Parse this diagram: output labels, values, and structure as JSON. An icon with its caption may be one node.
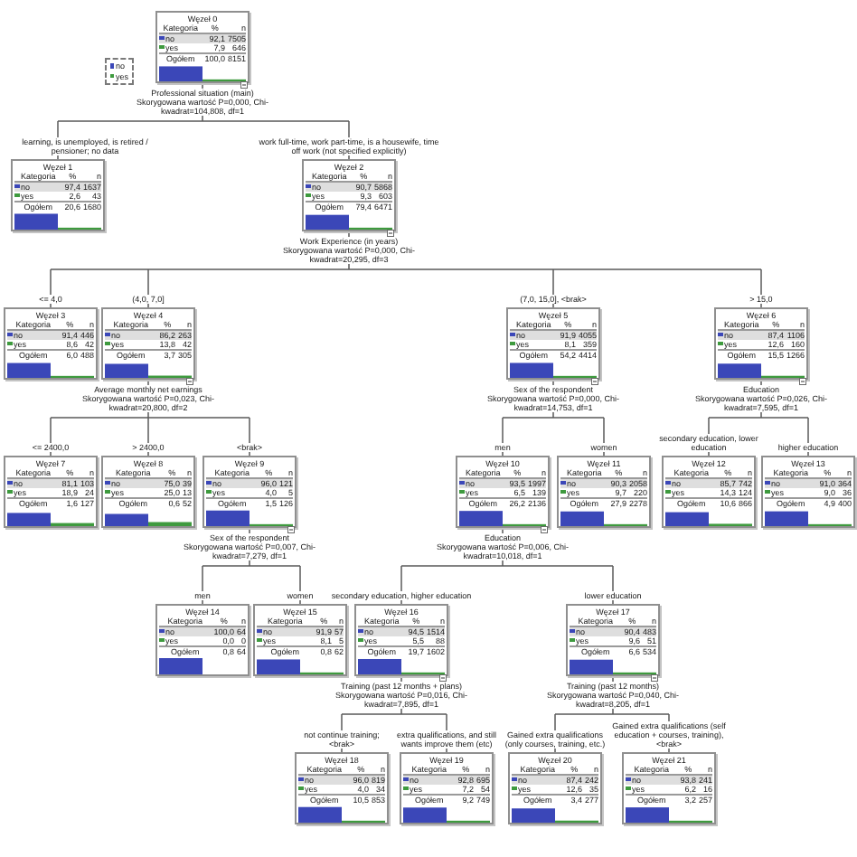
{
  "diagram": {
    "nodes": [
      {
        "text": [
          "Węzeł 0",
          "Kategoria",
          "%",
          "n",
          "no",
          "92,1",
          "7505",
          "yes",
          "7,9",
          "646",
          "Ogółem",
          "100,0",
          "8151"
        ],
        "beside": [
          "Professional situation (main)",
          "Skorygowana wartość P=0,000, Chi-kwadrat=104,808, df=1"
        ]
      },
      {
        "text": [
          "Węzeł 1",
          "Kategoria",
          "%",
          "n",
          "no",
          "97,4",
          "1637",
          "yes",
          "2,6",
          "43",
          "Ogółem",
          "20,6",
          "1680"
        ]
      },
      {
        "text": [
          "Węzeł 2",
          "Kategoria",
          "%",
          "n",
          "no",
          "90,7",
          "5868",
          "yes",
          "9,3",
          "603",
          "Ogółem",
          "79,4",
          "6471"
        ],
        "beside": [
          "Work Experience (in years)",
          "Skorygowana wartość P=0,000, Chi-kwadrat=20,295, df=3"
        ]
      },
      {
        "text": [
          "Węzeł 3",
          "Kategoria",
          "%",
          "n",
          "no",
          "91,4",
          "446",
          "yes",
          "8,6",
          "42",
          "Ogółem",
          "6,0",
          "488"
        ]
      },
      {
        "text": [
          "Węzeł 4",
          "Kategoria",
          "%",
          "n",
          "no",
          "86,2",
          "263",
          "yes",
          "13,8",
          "42",
          "Ogółem",
          "3,7",
          "305"
        ],
        "beside": [
          "Average monthly net earnings",
          "Skorygowana wartość P=0,023, Chi-kwadrat=20,800, df=2"
        ]
      },
      {
        "text": [
          "Węzeł 5",
          "Kategoria",
          "%",
          "n",
          "no",
          "91,9",
          "4055",
          "yes",
          "8,1",
          "359",
          "Ogółem",
          "54,2",
          "4414"
        ],
        "beside": [
          "Sex of the respondent",
          "Skorygowana wartość P=0,000, Chi-kwadrat=14,753, df=1"
        ]
      },
      {
        "text": [
          "Węzeł 6",
          "Kategoria",
          "%",
          "n",
          "no",
          "87,4",
          "1106",
          "yes",
          "12,6",
          "160",
          "Ogółem",
          "15,5",
          "1266"
        ],
        "beside": [
          "Education",
          "Skorygowana wartość P=0,026, Chi-kwadrat=7,595, df=1"
        ]
      },
      {
        "text": [
          "Węzeł 7",
          "Kategoria",
          "%",
          "n",
          "no",
          "81,1",
          "103",
          "yes",
          "18,9",
          "24",
          "Ogółem",
          "1,6",
          "127"
        ]
      },
      {
        "text": [
          "Węzeł 8",
          "Kategoria",
          "%",
          "n",
          "no",
          "75,0",
          "39",
          "yes",
          "25,0",
          "13",
          "Ogółem",
          "0,6",
          "52"
        ]
      },
      {
        "text": [
          "Węzeł 9",
          "Kategoria",
          "%",
          "n",
          "no",
          "96,0",
          "121",
          "yes",
          "4,0",
          "5",
          "Ogółem",
          "1,5",
          "126"
        ],
        "beside": [
          "Sex of the respondent",
          "Skorygowana wartość P=0,007, Chi-kwadrat=7,279, df=1"
        ]
      },
      {
        "text": [
          "Węzeł 10",
          "Kategoria",
          "%",
          "n",
          "no",
          "93,5",
          "1997",
          "yes",
          "6,5",
          "139",
          "Ogółem",
          "26,2",
          "2136"
        ],
        "beside": [
          "Education",
          "Skorygowana wartość P=0,006, Chi-kwadrat=10,018, df=1"
        ]
      },
      {
        "text": [
          "Węzeł 11",
          "Kategoria",
          "%",
          "n",
          "no",
          "90,3",
          "2058",
          "yes",
          "9,7",
          "220",
          "Ogółem",
          "27,9",
          "2278"
        ]
      },
      {
        "text": [
          "Węzeł 12",
          "Kategoria",
          "%",
          "n",
          "no",
          "85,7",
          "742",
          "yes",
          "14,3",
          "124",
          "Ogółem",
          "10,6",
          "866"
        ]
      },
      {
        "text": [
          "Węzeł 13",
          "Kategoria",
          "%",
          "n",
          "no",
          "91,0",
          "364",
          "yes",
          "9,0",
          "36",
          "Ogółem",
          "4,9",
          "400"
        ]
      },
      {
        "text": [
          "Węzeł 14",
          "Kategoria",
          "%",
          "n",
          "no",
          "100,0",
          "64",
          "yes",
          "0,0",
          "0",
          "Ogółem",
          "0,8",
          "64"
        ]
      },
      {
        "text": [
          "Węzeł 15",
          "Kategoria",
          "%",
          "n",
          "no",
          "91,9",
          "57",
          "yes",
          "8,1",
          "5",
          "Ogółem",
          "0,8",
          "62"
        ]
      },
      {
        "text": [
          "Węzeł 16",
          "Kategoria",
          "%",
          "n",
          "no",
          "94,5",
          "1514",
          "yes",
          "5,5",
          "88",
          "Ogółem",
          "19,7",
          "1602"
        ],
        "beside": [
          "Training (past 12 months + plans)",
          "Skorygowana wartość P=0,016, Chi-kwadrat=7,895, df=1"
        ]
      },
      {
        "text": [
          "Węzeł 17",
          "Kategoria",
          "%",
          "n",
          "no",
          "90,4",
          "483",
          "yes",
          "9,6",
          "51",
          "Ogółem",
          "6,6",
          "534"
        ],
        "beside": [
          "Training (past 12 months)",
          "Skorygowana wartość P=0,040, Chi-kwadrat=8,205, df=1"
        ]
      },
      {
        "text": [
          "Węzeł 18",
          "Kategoria",
          "%",
          "n",
          "no",
          "96,0",
          "819",
          "yes",
          "4,0",
          "34",
          "Ogółem",
          "10,5",
          "853"
        ]
      },
      {
        "text": [
          "Węzeł 19",
          "Kategoria",
          "%",
          "n",
          "no",
          "92,8",
          "695",
          "yes",
          "7,2",
          "54",
          "Ogółem",
          "9,2",
          "749"
        ]
      },
      {
        "text": [
          "Węzeł 20",
          "Kategoria",
          "%",
          "n",
          "no",
          "87,4",
          "242",
          "yes",
          "12,6",
          "35",
          "Ogółem",
          "3,4",
          "277"
        ]
      },
      {
        "text": [
          "Węzeł 21",
          "Kategoria",
          "%",
          "n",
          "no",
          "93,8",
          "241",
          "yes",
          "6,2",
          "16",
          "Ogółem",
          "3,2",
          "257"
        ]
      }
    ],
    "edges": [
      {
        "from": 0,
        "to": 1,
        "arrow": "none",
        "label": "learning, is unemployed, is retired / pensioner; no data"
      },
      {
        "from": 0,
        "to": 2,
        "arrow": "none",
        "label": "work full-time, work part-time, is a housewife, time off work (not specified explicitly)"
      },
      {
        "from": 2,
        "to": 3,
        "arrow": "none",
        "label": "<= 4,0"
      },
      {
        "from": 2,
        "to": 4,
        "arrow": "none",
        "label": "(4,0, 7,0]"
      },
      {
        "from": 2,
        "to": 5,
        "arrow": "none",
        "label": "(7,0, 15,0], <brak>"
      },
      {
        "from": 2,
        "to": 6,
        "arrow": "none",
        "label": "> 15,0"
      },
      {
        "from": 4,
        "to": 7,
        "arrow": "none",
        "label": "<= 2400,0"
      },
      {
        "from": 4,
        "to": 8,
        "arrow": "none",
        "label": "> 2400,0"
      },
      {
        "from": 4,
        "to": 9,
        "arrow": "none",
        "label": "<brak>"
      },
      {
        "from": 5,
        "to": 10,
        "arrow": "none",
        "label": "men"
      },
      {
        "from": 5,
        "to": 11,
        "arrow": "none",
        "label": "women"
      },
      {
        "from": 6,
        "to": 12,
        "arrow": "none",
        "label": "secondary education, lower education"
      },
      {
        "from": 6,
        "to": 13,
        "arrow": "none",
        "label": "higher education"
      },
      {
        "from": 9,
        "to": 14,
        "arrow": "none",
        "label": "men"
      },
      {
        "from": 9,
        "to": 15,
        "arrow": "none",
        "label": "women"
      },
      {
        "from": 10,
        "to": 16,
        "arrow": "none",
        "label": "secondary education, higher education"
      },
      {
        "from": 10,
        "to": 17,
        "arrow": "none",
        "label": "lower education"
      },
      {
        "from": 16,
        "to": 18,
        "arrow": "none",
        "label": "not continue training; <brak>"
      },
      {
        "from": 16,
        "to": 19,
        "arrow": "none",
        "label": "extra qualifications, and still wants improve them (etc)"
      },
      {
        "from": 17,
        "to": 20,
        "arrow": "none",
        "label": "Gained extra qualifications (only courses, training, etc.)"
      },
      {
        "from": 17,
        "to": 21,
        "arrow": "none",
        "label": "Gained extra qualifications (self education + courses, training), <brak>"
      }
    ],
    "legend": [
      {
        "text": "no",
        "color": "#3b47b8"
      },
      {
        "text": "yes",
        "color": "#3e9a3e"
      }
    ]
  }
}
